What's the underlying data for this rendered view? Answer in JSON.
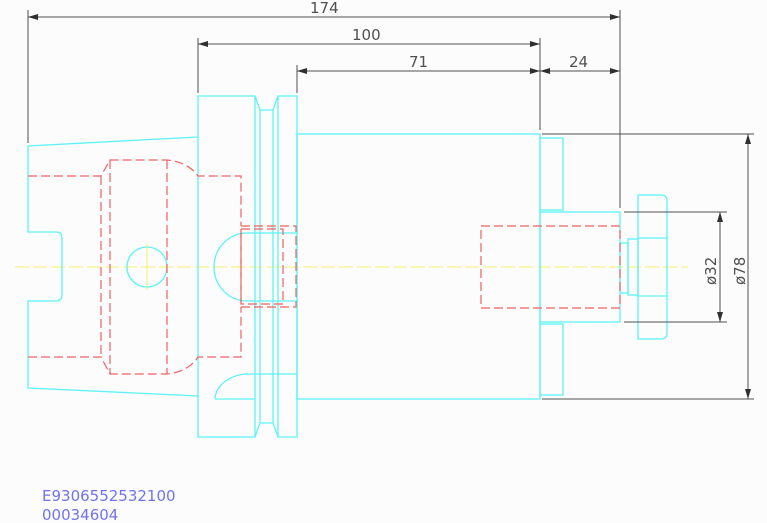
{
  "dimensions": {
    "overall_length": "174",
    "flange_to_end": "100",
    "body_length": "71",
    "shaft_length": "24",
    "shaft_diameter": "ø32",
    "body_diameter": "ø78"
  },
  "drawing_codes": {
    "part_number": "E9306552532100",
    "order_number": "00034604"
  },
  "colors": {
    "outline": "#5ef2f8",
    "hidden_lines": "#f06262",
    "centerline": "#f4f070",
    "dimension": "#505050",
    "code_text": "#7272ee"
  }
}
